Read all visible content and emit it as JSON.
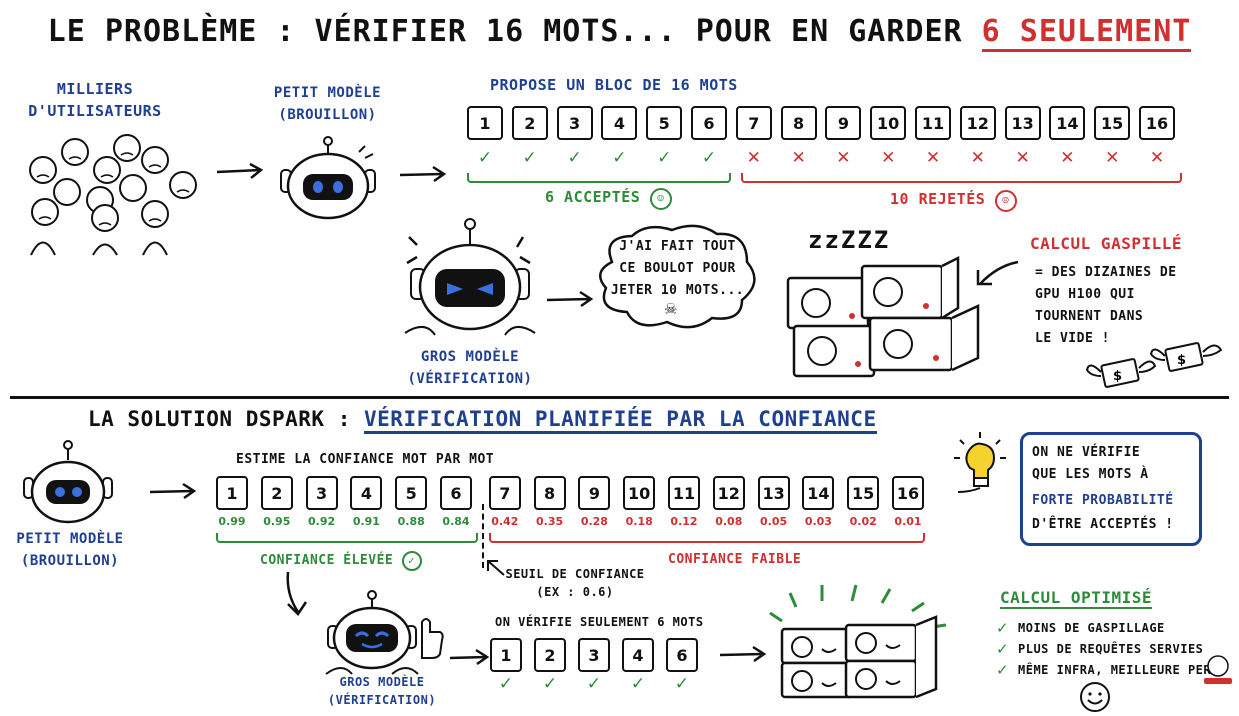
{
  "title": {
    "prefix": "LE PROBLÈME : VÉRIFIER 16 MOTS... POUR EN GARDER ",
    "highlight": "6 SEULEMENT"
  },
  "problem": {
    "users_label": "MILLIERS\nD'UTILISATEURS",
    "draft_label": "PETIT MODÈLE",
    "draft_sub": "(BROUILLON)",
    "block_label": "PROPOSE UN BLOC DE 16 MOTS",
    "tokens": [
      "1",
      "2",
      "3",
      "4",
      "5",
      "6",
      "7",
      "8",
      "9",
      "10",
      "11",
      "12",
      "13",
      "14",
      "15",
      "16"
    ],
    "accepted_label": "6 ACCEPTÉS",
    "rejected_label": "10 REJETÉS",
    "big_label": "GROS MODÈLE",
    "big_sub": "(VÉRIFICATION)",
    "bubble": "J'AI FAIT TOUT\nCE BOULOT POUR\nJETER 10 MOTS...",
    "zzz": "zzZZZ",
    "waste_title": "CALCUL GASPILLÉ",
    "waste_text": "= DES DIZAINES DE\nGPU H100 QUI\nTOURNENT DANS\nLE VIDE !"
  },
  "solution": {
    "title_prefix": "LA SOLUTION DSPARK : ",
    "title_highlight": "VÉRIFICATION PLANIFIÉE PAR LA CONFIANCE",
    "draft_label": "PETIT MODÈLE",
    "draft_sub": "(BROUILLON)",
    "estimate_label": "ESTIME LA CONFIANCE MOT PAR MOT",
    "tokens": [
      "1",
      "2",
      "3",
      "4",
      "5",
      "6",
      "7",
      "8",
      "9",
      "10",
      "11",
      "12",
      "13",
      "14",
      "15",
      "16"
    ],
    "confidences": [
      "0.99",
      "0.95",
      "0.92",
      "0.91",
      "0.88",
      "0.84",
      "0.42",
      "0.35",
      "0.28",
      "0.18",
      "0.12",
      "0.08",
      "0.05",
      "0.03",
      "0.02",
      "0.01"
    ],
    "high_label": "CONFIANCE ÉLEVÉE",
    "low_label": "CONFIANCE FAIBLE",
    "threshold_label": "SEUIL DE CONFIANCE",
    "threshold_sub": "(EX : 0.6)",
    "info_pre": "ON NE VÉRIFIE\nQUE LES MOTS À",
    "info_hl": "FORTE PROBABILITÉ",
    "info_post": "D'ÊTRE ACCEPTÉS !",
    "verify_label": "ON VÉRIFIE SEULEMENT 6 MOTS",
    "verify_tokens": [
      "1",
      "2",
      "3",
      "4",
      "6"
    ],
    "big_label": "GROS MODÈLE",
    "big_sub": "(VÉRIFICATION)",
    "optimized_title": "CALCUL OPTIMISÉ",
    "benefits": [
      "MOINS DE GASPILLAGE",
      "PLUS DE REQUÊTES SERVIES",
      "MÊME INFRA, MEILLEURE PER"
    ]
  },
  "colors": {
    "blue": "#1f3f8f",
    "green": "#2e8b3a",
    "red": "#d0302f"
  }
}
